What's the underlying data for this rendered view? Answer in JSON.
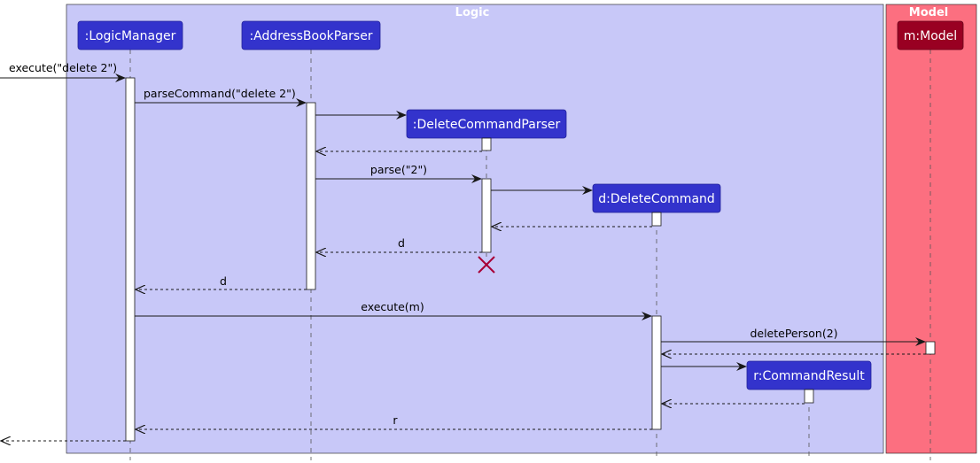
{
  "boxes": {
    "logic": {
      "title": "Logic",
      "fill": "#c8c8f8"
    },
    "model": {
      "title": "Model",
      "fill": "#fc6f80"
    }
  },
  "participants": {
    "logic_manager": {
      "label": ":LogicManager",
      "color": "#3333cc"
    },
    "address_book_parser": {
      "label": ":AddressBookParser",
      "color": "#3333cc"
    },
    "delete_command_parser": {
      "label": ":DeleteCommandParser",
      "color": "#3333cc"
    },
    "delete_command": {
      "label": "d:DeleteCommand",
      "color": "#3333cc"
    },
    "command_result": {
      "label": "r:CommandResult",
      "color": "#3333cc"
    },
    "model": {
      "label": "m:Model",
      "color": "#990022"
    }
  },
  "messages": {
    "execute_input": "execute(\"delete 2\")",
    "parse_command": "parseCommand(\"delete 2\")",
    "parse": "parse(\"2\")",
    "return_d_parser": "d",
    "return_d_logic": "d",
    "execute_m": "execute(m)",
    "delete_person": "deletePerson(2)",
    "return_r": "r"
  },
  "colors": {
    "destroy_mark": "#a80036",
    "arrow": "#181818"
  }
}
